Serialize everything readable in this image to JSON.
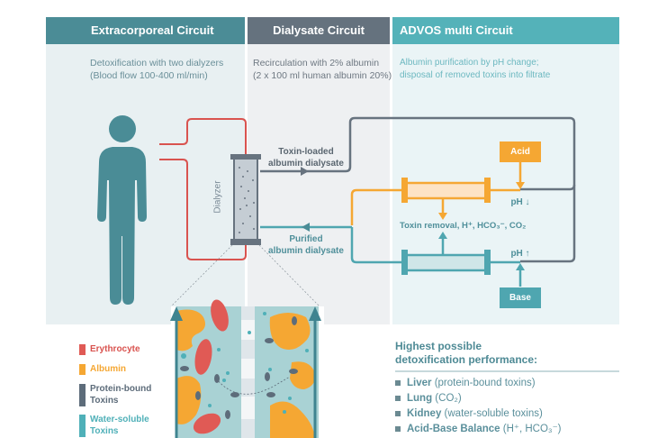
{
  "columns": [
    {
      "title": "Extracorporeal Circuit",
      "desc_line1": "Detoxification with two dialyzers",
      "desc_line2": "(Blood flow 100-400 ml/min)"
    },
    {
      "title": "Dialysate Circuit",
      "desc_line1": "Recirculation with 2% albumin",
      "desc_line2": "(2 x 100 ml human albumin 20%)"
    },
    {
      "title": "ADVOS multi Circuit",
      "desc_line1": "Albumin purification by pH change;",
      "desc_line2": "disposal of removed toxins into filtrate"
    }
  ],
  "diagram": {
    "dialyzer_label": "Dialyzer",
    "toxin_loaded_line1": "Toxin-loaded",
    "toxin_loaded_line2": "albumin dialysate",
    "purified_line1": "Purified",
    "purified_line2": "albumin dialysate",
    "acid_label": "Acid",
    "base_label": "Base",
    "ph_down": "pH ↓",
    "ph_up": "pH ↑",
    "toxin_removal": "Toxin removal, H⁺, HCO₃⁻, CO₂"
  },
  "legend": [
    {
      "label_line1": "Erythrocyte",
      "label_line2": "",
      "color": "#e05a55"
    },
    {
      "label_line1": "Albumin",
      "label_line2": "",
      "color": "#f5a733"
    },
    {
      "label_line1": "Protein-bound",
      "label_line2": "Toxins",
      "color": "#5d6c7a"
    },
    {
      "label_line1": "Water-soluble",
      "label_line2": "Toxins",
      "color": "#4fb0b8"
    }
  ],
  "performance": {
    "title_line1": "Highest possible",
    "title_line2": "detoxification performance:",
    "items": [
      {
        "bold": "Liver",
        "rest": " (protein-bound toxins)"
      },
      {
        "bold": "Lung",
        "rest": " (CO₂)"
      },
      {
        "bold": "Kidney",
        "rest": " (water-soluble toxins)"
      },
      {
        "bold": "Acid-Base Balance",
        "rest": " (H⁺, HCO₃⁻)"
      }
    ]
  },
  "colors": {
    "teal_dark": "#4a8c96",
    "slate": "#67737f",
    "teal_light": "#52b3b9",
    "red": "#d9534f",
    "orange": "#f5a733"
  }
}
